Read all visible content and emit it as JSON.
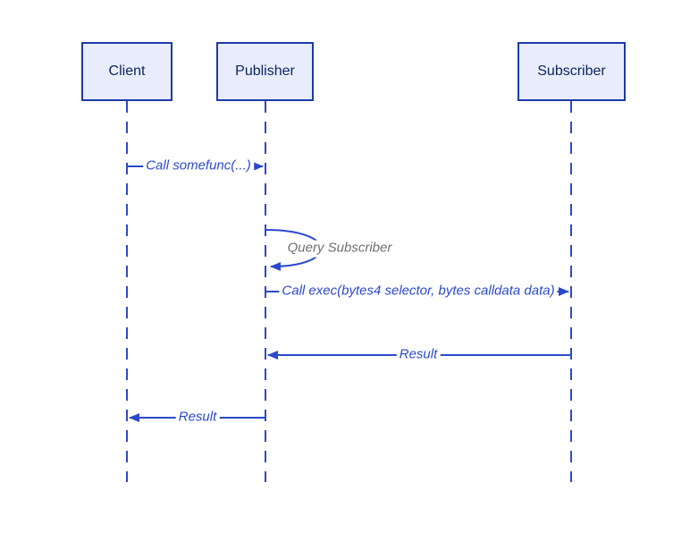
{
  "diagram": {
    "type": "sequence-diagram",
    "actors": [
      {
        "name": "Client"
      },
      {
        "name": "Publisher"
      },
      {
        "name": "Subscriber"
      }
    ],
    "messages": [
      {
        "from": "Client",
        "to": "Publisher",
        "label": "Call somefunc(...)",
        "arrow": "solid-right"
      },
      {
        "from": "Publisher",
        "to": "Publisher",
        "label": "Query Subscriber",
        "arrow": "self-loop"
      },
      {
        "from": "Publisher",
        "to": "Subscriber",
        "label": "Call exec(bytes4 selector, bytes calldata data)",
        "arrow": "solid-right"
      },
      {
        "from": "Subscriber",
        "to": "Publisher",
        "label": "Result",
        "arrow": "solid-left"
      },
      {
        "from": "Publisher",
        "to": "Client",
        "label": "Result",
        "arrow": "solid-left"
      }
    ],
    "colors": {
      "background": "#ffffff",
      "actor_fill": "#e9edfb",
      "actor_border": "#1c3aa6",
      "actor_text": "#0e2562",
      "line": "#2b4ac9",
      "message_text": "#2b4ac9",
      "loop_label_text": "#6e7071"
    }
  }
}
